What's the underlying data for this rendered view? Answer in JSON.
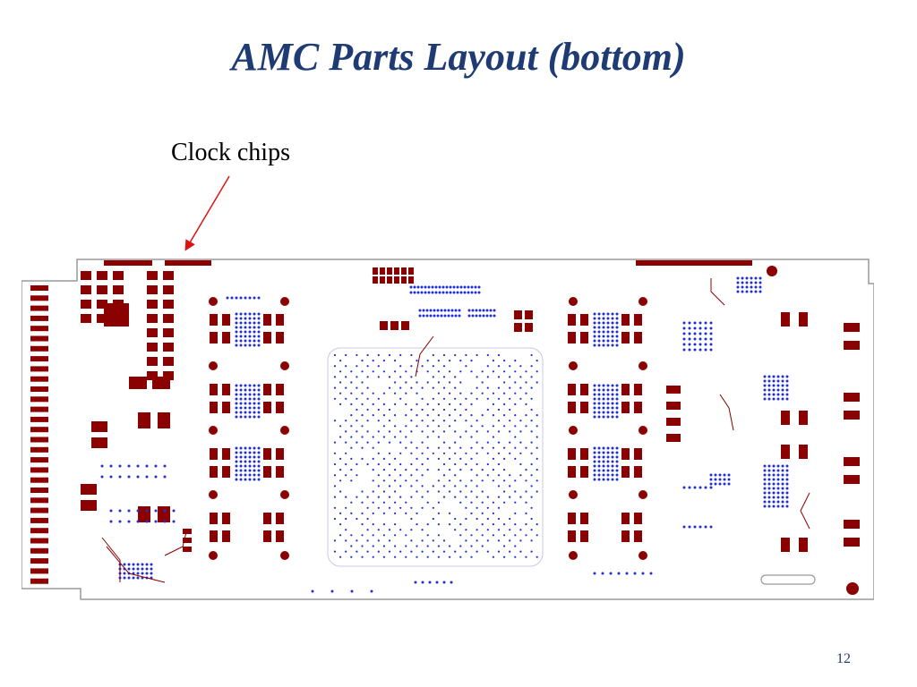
{
  "slide": {
    "title": "AMC Parts Layout (bottom)",
    "page_number": "12"
  },
  "callout": {
    "label": "Clock chips"
  },
  "colors": {
    "title": "#1f3b73",
    "copper": "#8b0000",
    "via": "#1f2fd0",
    "board_outline": "#9a9a9a",
    "arrow": "#e01010"
  },
  "figure": {
    "description_name": "pcb-bottom-parts-layout"
  }
}
